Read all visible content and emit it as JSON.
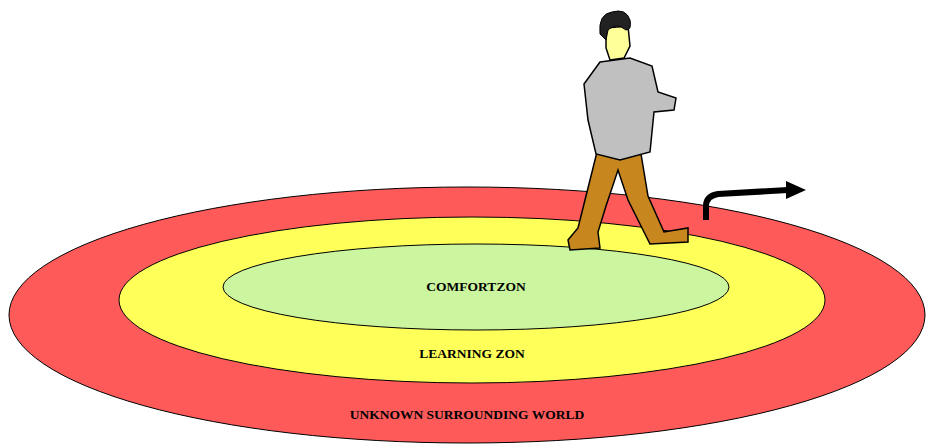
{
  "diagram": {
    "nodes": [
      {
        "text": [
          "UNKNOWN SURROUNDING WORLD"
        ]
      },
      {
        "text": [
          "LEARNING ZON"
        ],
        "in": 0
      },
      {
        "text": [
          "COMFORTZON"
        ],
        "in": 1
      }
    ]
  }
}
